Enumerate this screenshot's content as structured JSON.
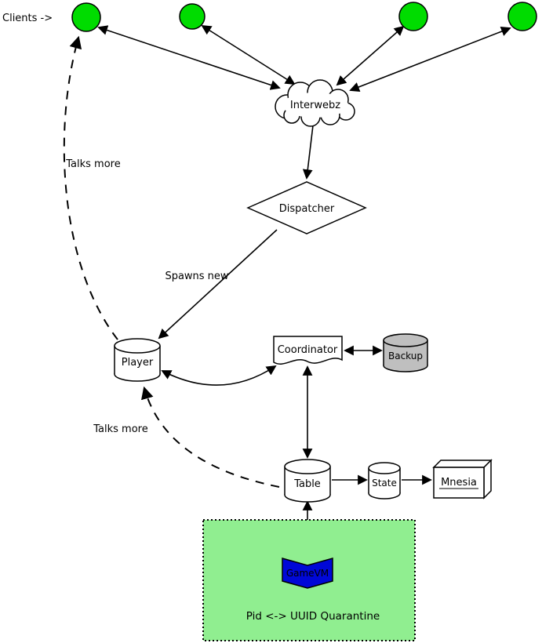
{
  "diagram": {
    "labels": {
      "clients": "Clients ->",
      "interwebz": "Interwebz",
      "dispatcher": "Dispatcher",
      "spawns_new": "Spawns new",
      "player": "Player",
      "coordinator": "Coordinator",
      "backup": "Backup",
      "table": "Table",
      "state": "State",
      "mnesia": "Mnesia",
      "gamevm": "GameVM",
      "quarantine": "Pid <-> UUID Quarantine",
      "talks_more_upper": "Talks more",
      "talks_more_lower": "Talks more"
    },
    "colors": {
      "client_fill": "#00dc00",
      "backup_fill": "#bfbfbf",
      "quarantine_fill": "#90ee90",
      "gamevm_fill": "#0008d7",
      "stroke": "#000000"
    },
    "edges": [
      {
        "from": "client-1",
        "to": "interwebz",
        "style": "solid",
        "heads": "both"
      },
      {
        "from": "client-2",
        "to": "interwebz",
        "style": "solid",
        "heads": "both"
      },
      {
        "from": "client-3",
        "to": "interwebz",
        "style": "solid",
        "heads": "both"
      },
      {
        "from": "client-4",
        "to": "interwebz",
        "style": "solid",
        "heads": "both"
      },
      {
        "from": "interwebz",
        "to": "dispatcher",
        "style": "solid",
        "heads": "end"
      },
      {
        "from": "dispatcher",
        "to": "player",
        "style": "solid",
        "heads": "end",
        "label": "Spawns new"
      },
      {
        "from": "player",
        "to": "coordinator",
        "style": "solid-curve",
        "heads": "both"
      },
      {
        "from": "coordinator",
        "to": "backup",
        "style": "solid",
        "heads": "both"
      },
      {
        "from": "coordinator",
        "to": "table",
        "style": "solid",
        "heads": "both"
      },
      {
        "from": "table",
        "to": "state",
        "style": "solid",
        "heads": "end"
      },
      {
        "from": "state",
        "to": "mnesia",
        "style": "solid",
        "heads": "end"
      },
      {
        "from": "table",
        "to": "gamevm",
        "style": "solid",
        "heads": "both"
      },
      {
        "from": "player",
        "to": "client-1",
        "style": "dashed",
        "heads": "end",
        "label": "Talks more"
      },
      {
        "from": "table",
        "to": "player",
        "style": "dashed",
        "heads": "end",
        "label": "Talks more"
      }
    ]
  }
}
